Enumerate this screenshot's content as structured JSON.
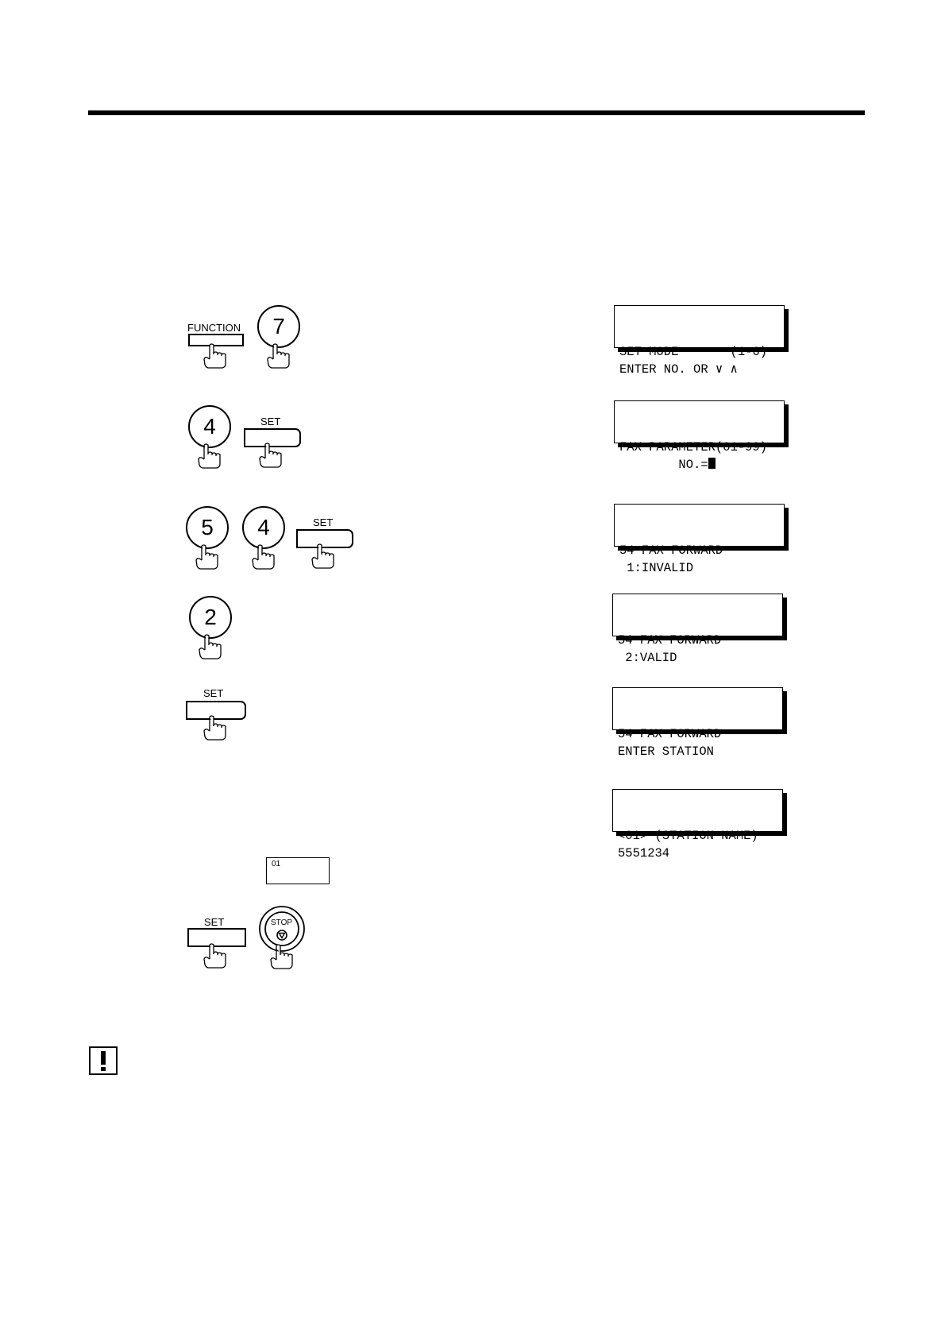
{
  "keys": {
    "function": "FUNCTION",
    "seven": "7",
    "four": "4",
    "five": "5",
    "two": "2",
    "set": "SET",
    "stop": "STOP",
    "onetouch": "01"
  },
  "lcd": {
    "step1": {
      "line1": "SET MODE       (1-6)",
      "line2": "ENTER NO. OR ∨ ∧"
    },
    "step2": {
      "line1": "FAX PARAMETER(01-99)",
      "line2": "        NO.="
    },
    "step3": {
      "line1": "54 FAX FORWARD",
      "line2": " 1:INVALID"
    },
    "step4": {
      "line1": "54 FAX FORWARD",
      "line2": " 2:VALID"
    },
    "step5": {
      "line1": "54 FAX FORWARD",
      "line2": "ENTER STATION"
    },
    "step6": {
      "line1": "<01> (STATION NAME)",
      "line2": "5551234"
    }
  },
  "icons": {
    "hand": "pointing-hand-icon",
    "note": "exclamation-note-icon",
    "stop": "stop-icon"
  }
}
